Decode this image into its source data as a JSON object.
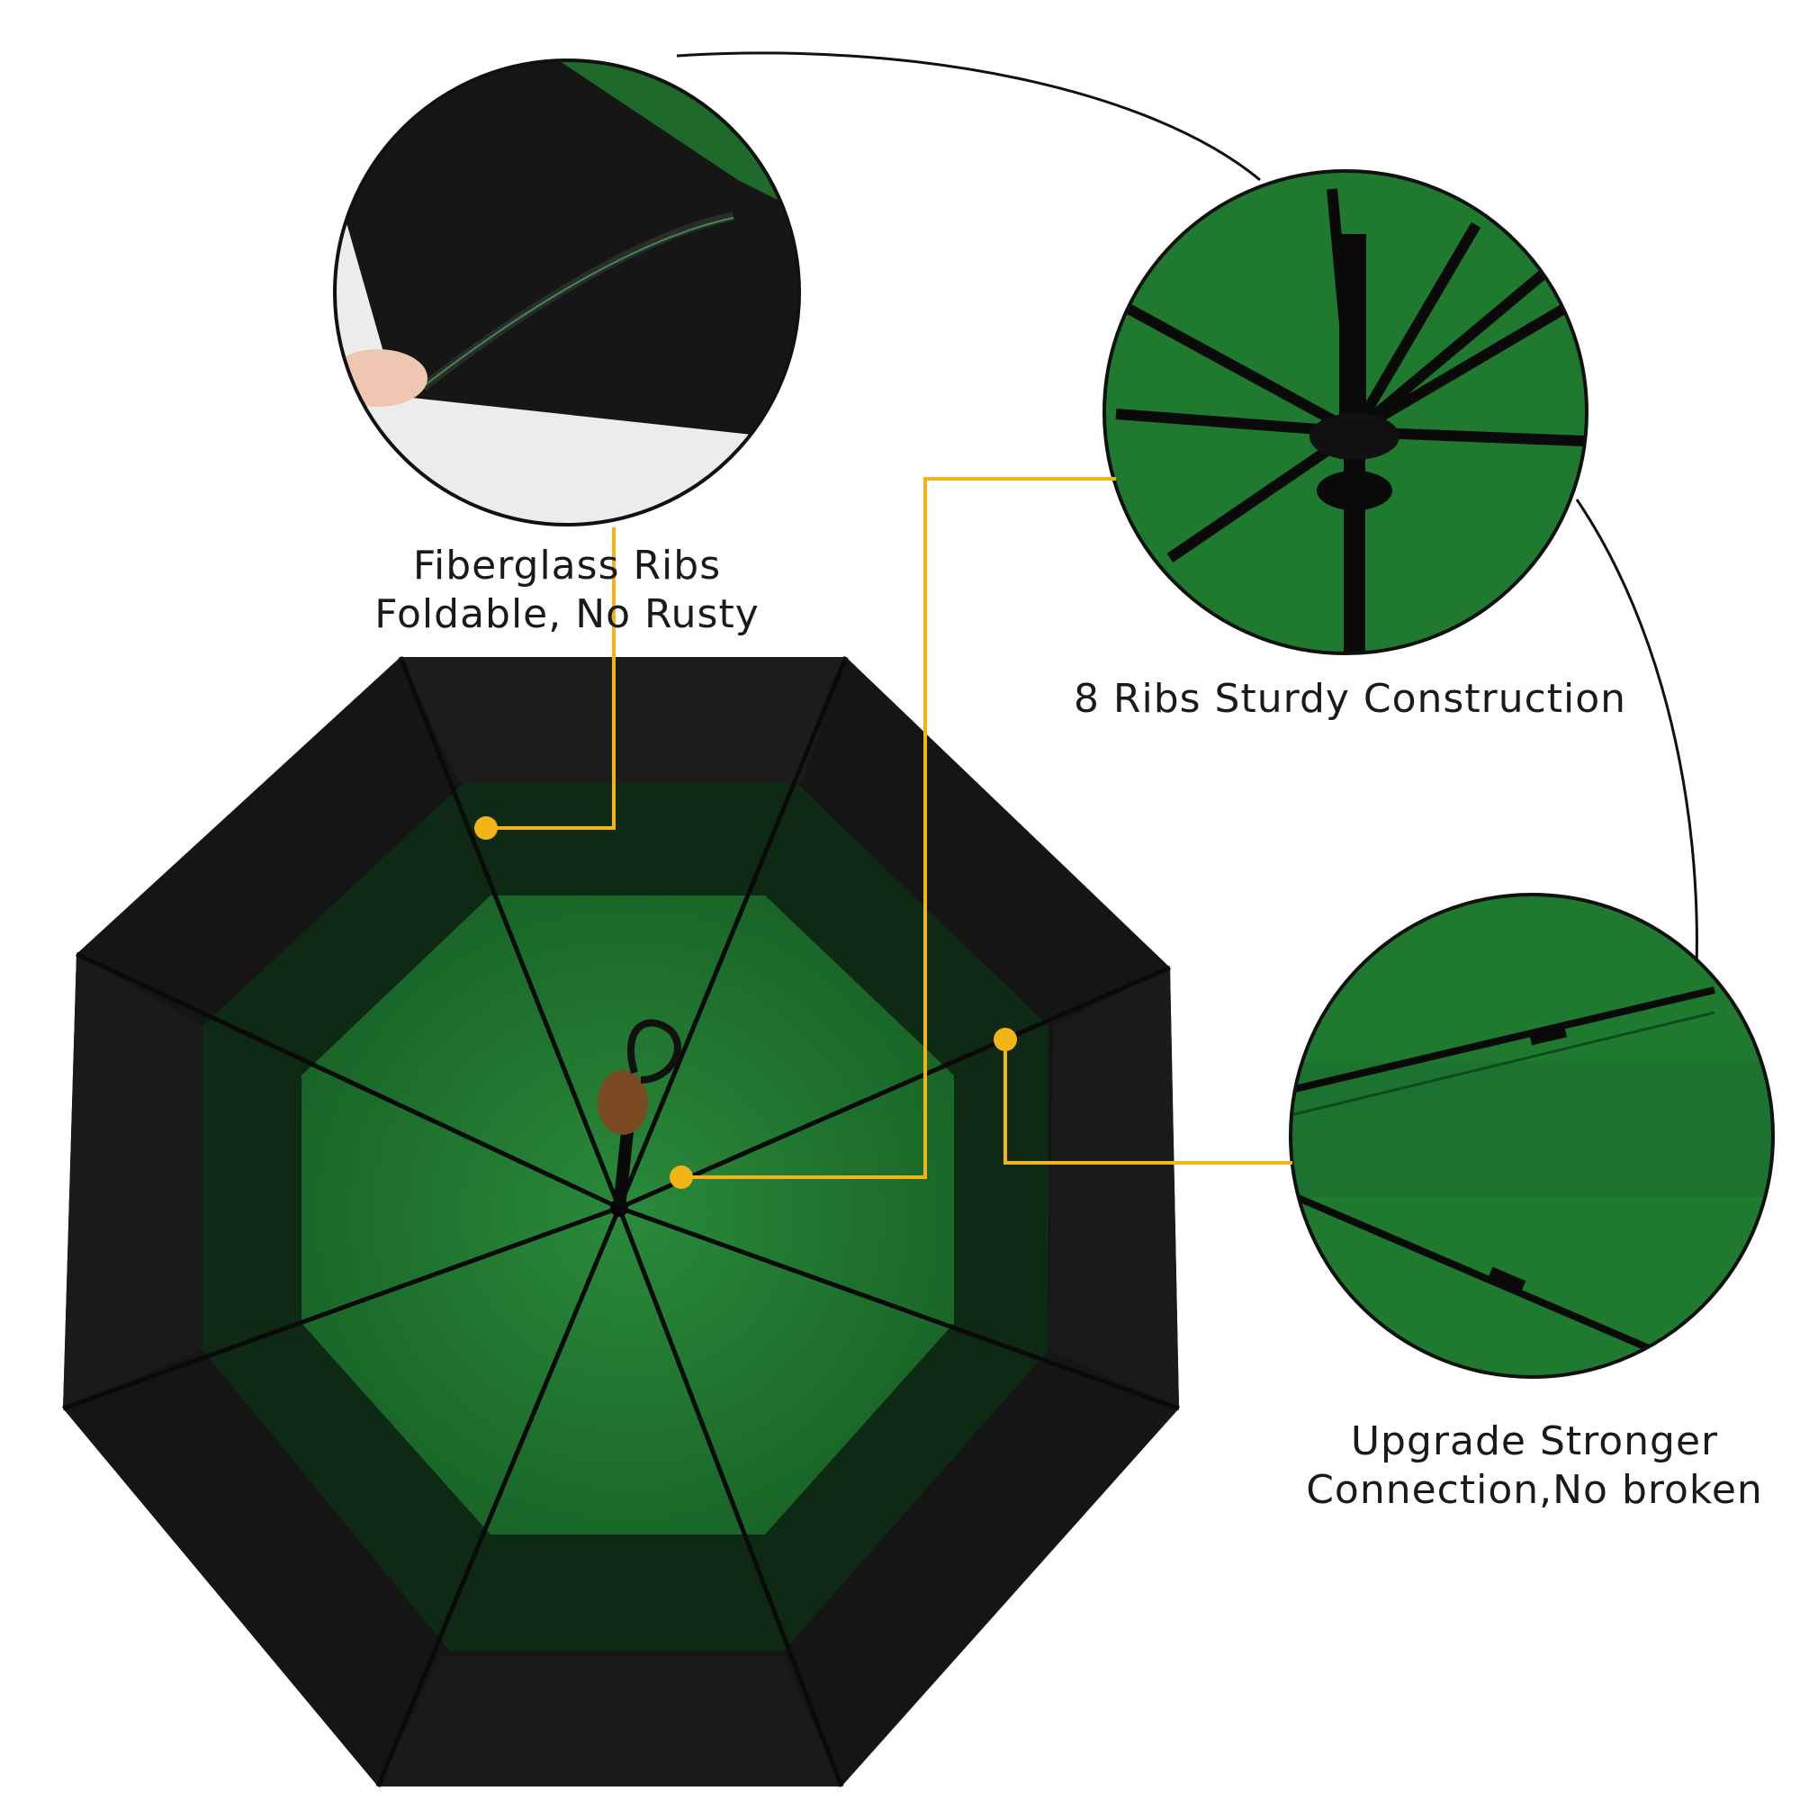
{
  "features": [
    {
      "lines": [
        "Fiberglass Ribs",
        "Foldable, No Rusty"
      ]
    },
    {
      "lines": [
        "8 Ribs Sturdy Construction"
      ]
    },
    {
      "lines": [
        "Upgrade Stronger",
        "Connection,No broken"
      ]
    }
  ],
  "colors": {
    "canopy_green": "#1f7a30",
    "canopy_dark_green": "#176125",
    "canopy_black": "#141414",
    "callout_line": "#f2b417",
    "arc_line": "#111111",
    "handle_wood": "#7a4a22"
  }
}
